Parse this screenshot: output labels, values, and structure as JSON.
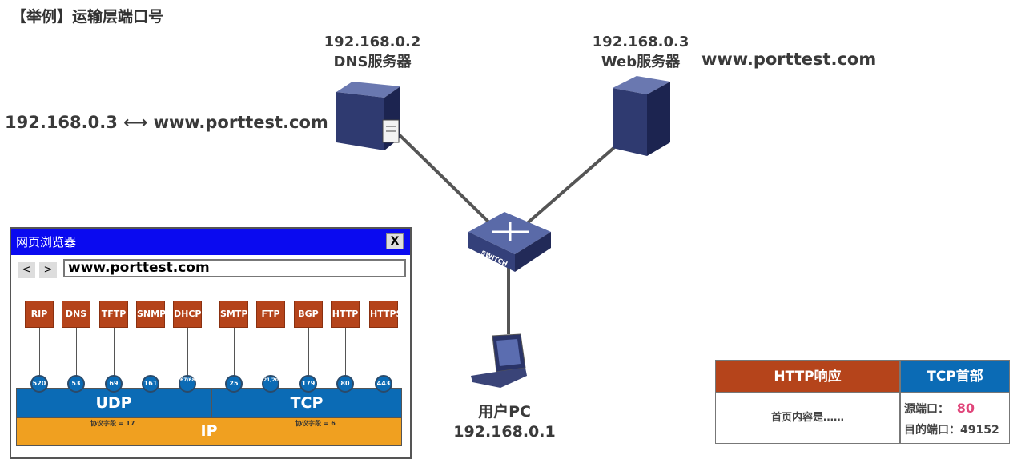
{
  "title": "【举例】运输层端口号",
  "dns_server": {
    "ip": "192.168.0.2",
    "name": "DNS服务器"
  },
  "web_server": {
    "ip": "192.168.0.3",
    "name": "Web服务器",
    "domain": "www.porttest.com"
  },
  "mapping": {
    "ip": "192.168.0.3",
    "arrow": "⟷",
    "domain": "www.porttest.com"
  },
  "switch_label": "SWITCH",
  "pc": {
    "name": "用户PC",
    "ip": "192.168.0.1"
  },
  "browser": {
    "title": "网页浏览器",
    "close": "X",
    "back": "<",
    "forward": ">",
    "url": "www.porttest.com",
    "protocols": [
      {
        "name": "RIP",
        "port": "520"
      },
      {
        "name": "DNS",
        "port": "53"
      },
      {
        "name": "TFTP",
        "port": "69"
      },
      {
        "name": "SNMP",
        "port": "161"
      },
      {
        "name": "DHCP",
        "port": "67/68"
      },
      {
        "name": "SMTP",
        "port": "25"
      },
      {
        "name": "FTP",
        "port": "21/20"
      },
      {
        "name": "BGP",
        "port": "179"
      },
      {
        "name": "HTTP",
        "port": "80"
      },
      {
        "name": "HTTPS",
        "port": "443"
      }
    ],
    "udp": "UDP",
    "tcp": "TCP",
    "ip": "IP",
    "udp_field": "协议字段 = 17",
    "tcp_field": "协议字段 = 6"
  },
  "packet": {
    "http_header": "HTTP响应",
    "tcp_header": "TCP首部",
    "content": "首页内容是……",
    "src_label": "源端口：",
    "src_port": "80",
    "dst_label": "目的端口：",
    "dst_port": "49152"
  },
  "colors": {
    "blue": "#0b6bb5",
    "brown": "#b5441b",
    "orange": "#f0a020",
    "title_bar": "#0a0af0",
    "port_highlight": "#e0457a"
  }
}
